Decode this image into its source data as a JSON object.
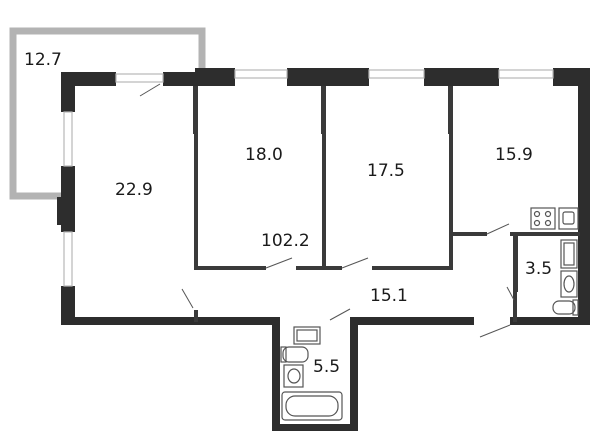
{
  "plan": {
    "total_area": "102.2",
    "rooms": [
      {
        "id": "balcony",
        "label": "12.7"
      },
      {
        "id": "living-room",
        "label": "22.9"
      },
      {
        "id": "bedroom-1",
        "label": "18.0"
      },
      {
        "id": "bedroom-2",
        "label": "17.5"
      },
      {
        "id": "kitchen",
        "label": "15.9"
      },
      {
        "id": "hallway",
        "label": "15.1"
      },
      {
        "id": "wc",
        "label": "3.5"
      },
      {
        "id": "bathroom",
        "label": "5.5"
      }
    ]
  },
  "colors": {
    "wall": "#2d2d2d",
    "thin_wall": "#3a3a3a",
    "window": "#ffffff",
    "window_outline": "#b8b8b8",
    "balcony": "#b3b3b3",
    "fixture": "#555555"
  }
}
